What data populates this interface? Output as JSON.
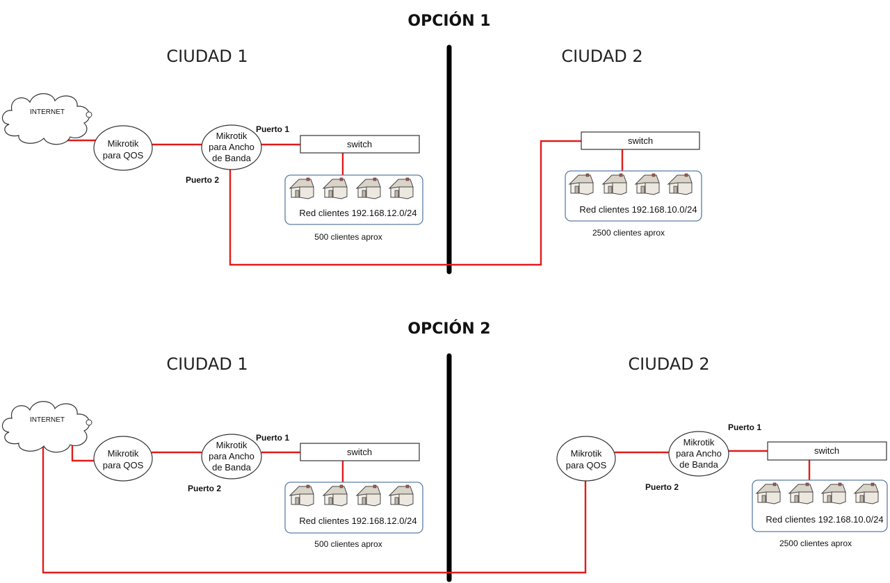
{
  "options": [
    {
      "title": "OPCIÓN 1",
      "city1": "CIUDAD 1",
      "city2": "CIUDAD 2",
      "internet": "INTERNET",
      "mikrotik_qos": [
        "Mikrotik",
        "para QOS"
      ],
      "mikrotik_bw": [
        "Mikrotik",
        "para Ancho",
        "de Banda"
      ],
      "puerto1": "Puerto 1",
      "puerto2": "Puerto 2",
      "switch_left": "switch",
      "switch_right": "switch",
      "clients_left": {
        "network": "Red clientes 192.168.12.0/24",
        "count": "500 clientes aprox"
      },
      "clients_right": {
        "network": "Red clientes 192.168.10.0/24",
        "count": "2500 clientes aprox"
      }
    },
    {
      "title": "OPCIÓN 2",
      "city1": "CIUDAD 1",
      "city2": "CIUDAD 2",
      "internet": "INTERNET",
      "mikrotik_qos": [
        "Mikrotik",
        "para QOS"
      ],
      "mikrotik_bw": [
        "Mikrotik",
        "para Ancho",
        "de Banda"
      ],
      "puerto1": "Puerto 1",
      "puerto2": "Puerto 2",
      "switch_left": "switch",
      "clients_left": {
        "network": "Red clientes 192.168.12.0/24",
        "count": "500 clientes aprox"
      },
      "mikrotik_qos_right": [
        "Mikrotik",
        "para QOS"
      ],
      "mikrotik_bw_right": [
        "Mikrotik",
        "para Ancho",
        "de Banda"
      ],
      "puerto1_right": "Puerto 1",
      "puerto2_right": "Puerto 2",
      "switch_right": "switch",
      "clients_right": {
        "network": "Red clientes 192.168.10.0/24",
        "count": "2500 clientes aprox"
      }
    }
  ],
  "colors": {
    "link": "#e11b1b",
    "divider": "#000000",
    "client_box": "#5a7ca6"
  },
  "icons": {
    "cloud": "cloud-icon",
    "house": "house-icon",
    "router": "router-node"
  }
}
